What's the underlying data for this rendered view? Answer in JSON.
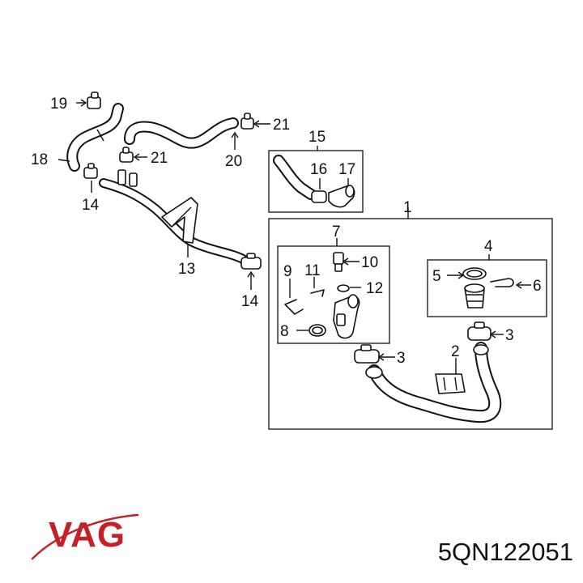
{
  "diagram": {
    "callouts": {
      "c1": "1",
      "c2": "2",
      "c3a": "3",
      "c3b": "3",
      "c4": "4",
      "c5": "5",
      "c6": "6",
      "c7": "7",
      "c8": "8",
      "c9": "9",
      "c10": "10",
      "c11": "11",
      "c12": "12",
      "c13": "13",
      "c14a": "14",
      "c14b": "14",
      "c15": "15",
      "c16": "16",
      "c17": "17",
      "c18": "18",
      "c19": "19",
      "c20": "20",
      "c21a": "21",
      "c21b": "21"
    }
  },
  "branding": {
    "logo": "VAG",
    "logo_color": "#c62026"
  },
  "part_number": "5QN122051"
}
